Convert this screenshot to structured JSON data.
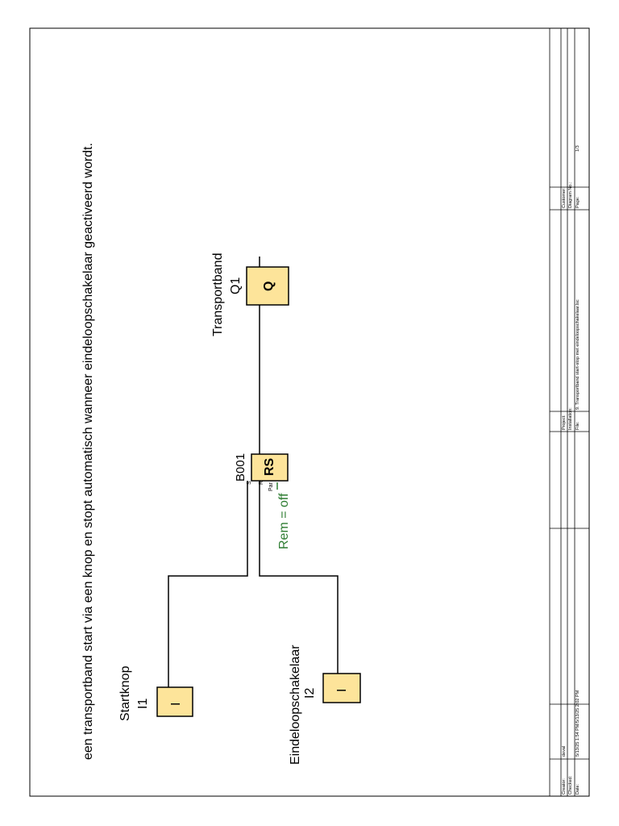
{
  "description": "een transportband start via een knop en stopt automatisch wanneer eindeloopschakelaar geactiveerd wordt.",
  "inputs": [
    {
      "name": "Startknop",
      "address": "I1",
      "symbol": "I"
    },
    {
      "name": "Eindeloopschakelaar",
      "address": "I2",
      "symbol": "I"
    }
  ],
  "block": {
    "id": "B001",
    "type": "RS",
    "pin_s": "S",
    "pin_r": "R",
    "pin_par": "Par",
    "param": "Rem = off"
  },
  "output": {
    "name": "Transportband",
    "address": "Q1",
    "symbol": "Q"
  },
  "colors": {
    "block_fill": "#fde49a",
    "param_text": "#2e7d32",
    "line": "#000000"
  },
  "titleblock": {
    "creator_label": "Creator:",
    "creator_value": "deval",
    "checked_label": "Checked:",
    "date_label": "Date:",
    "date_value": "5/13/25 1:54 PM/5/13/25 2:02 PM",
    "project_label": "Project:",
    "installation_label": "Installation:",
    "file_label": "File:",
    "file_value": "9. Transportband start-stop met eindeloopschakelaar.lsc",
    "customer_label": "Customer:",
    "diagram_label": "Diagram No.:",
    "page_label": "Page:",
    "page_value": "1/3"
  }
}
